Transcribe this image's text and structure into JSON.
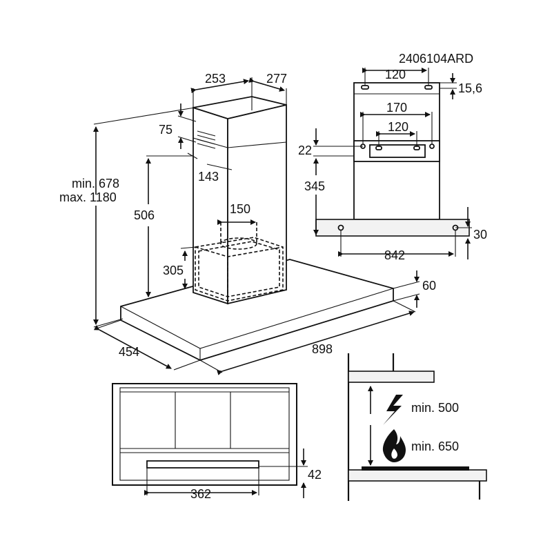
{
  "code": "2406104ARD",
  "front_view": {
    "chimney_width": "253",
    "chimney_depth": "277",
    "vent_top": "75",
    "vent_depth": "143",
    "outlet_diameter": "150",
    "height_range": "min. 678",
    "height_range_max": "max. 1180",
    "chimney_to_canopy": "506",
    "motor_height": "305",
    "canopy_thickness": "60",
    "canopy_width": "898",
    "canopy_depth": "454"
  },
  "bracket_view": {
    "top_bracket_holes": "120",
    "top_offset": "15,6",
    "middle_bracket_outer": "170",
    "middle_bracket_inner": "120",
    "bracket_offset": "22",
    "bracket_height": "345",
    "lower_offset": "30",
    "canopy_holes": "842"
  },
  "bottom_view": {
    "filter_height": "42",
    "filter_width": "362"
  },
  "clearance_view": {
    "electric_min": "min. 500",
    "gas_min": "min. 650",
    "electric_icon": "lightning-icon",
    "gas_icon": "flame-icon"
  }
}
